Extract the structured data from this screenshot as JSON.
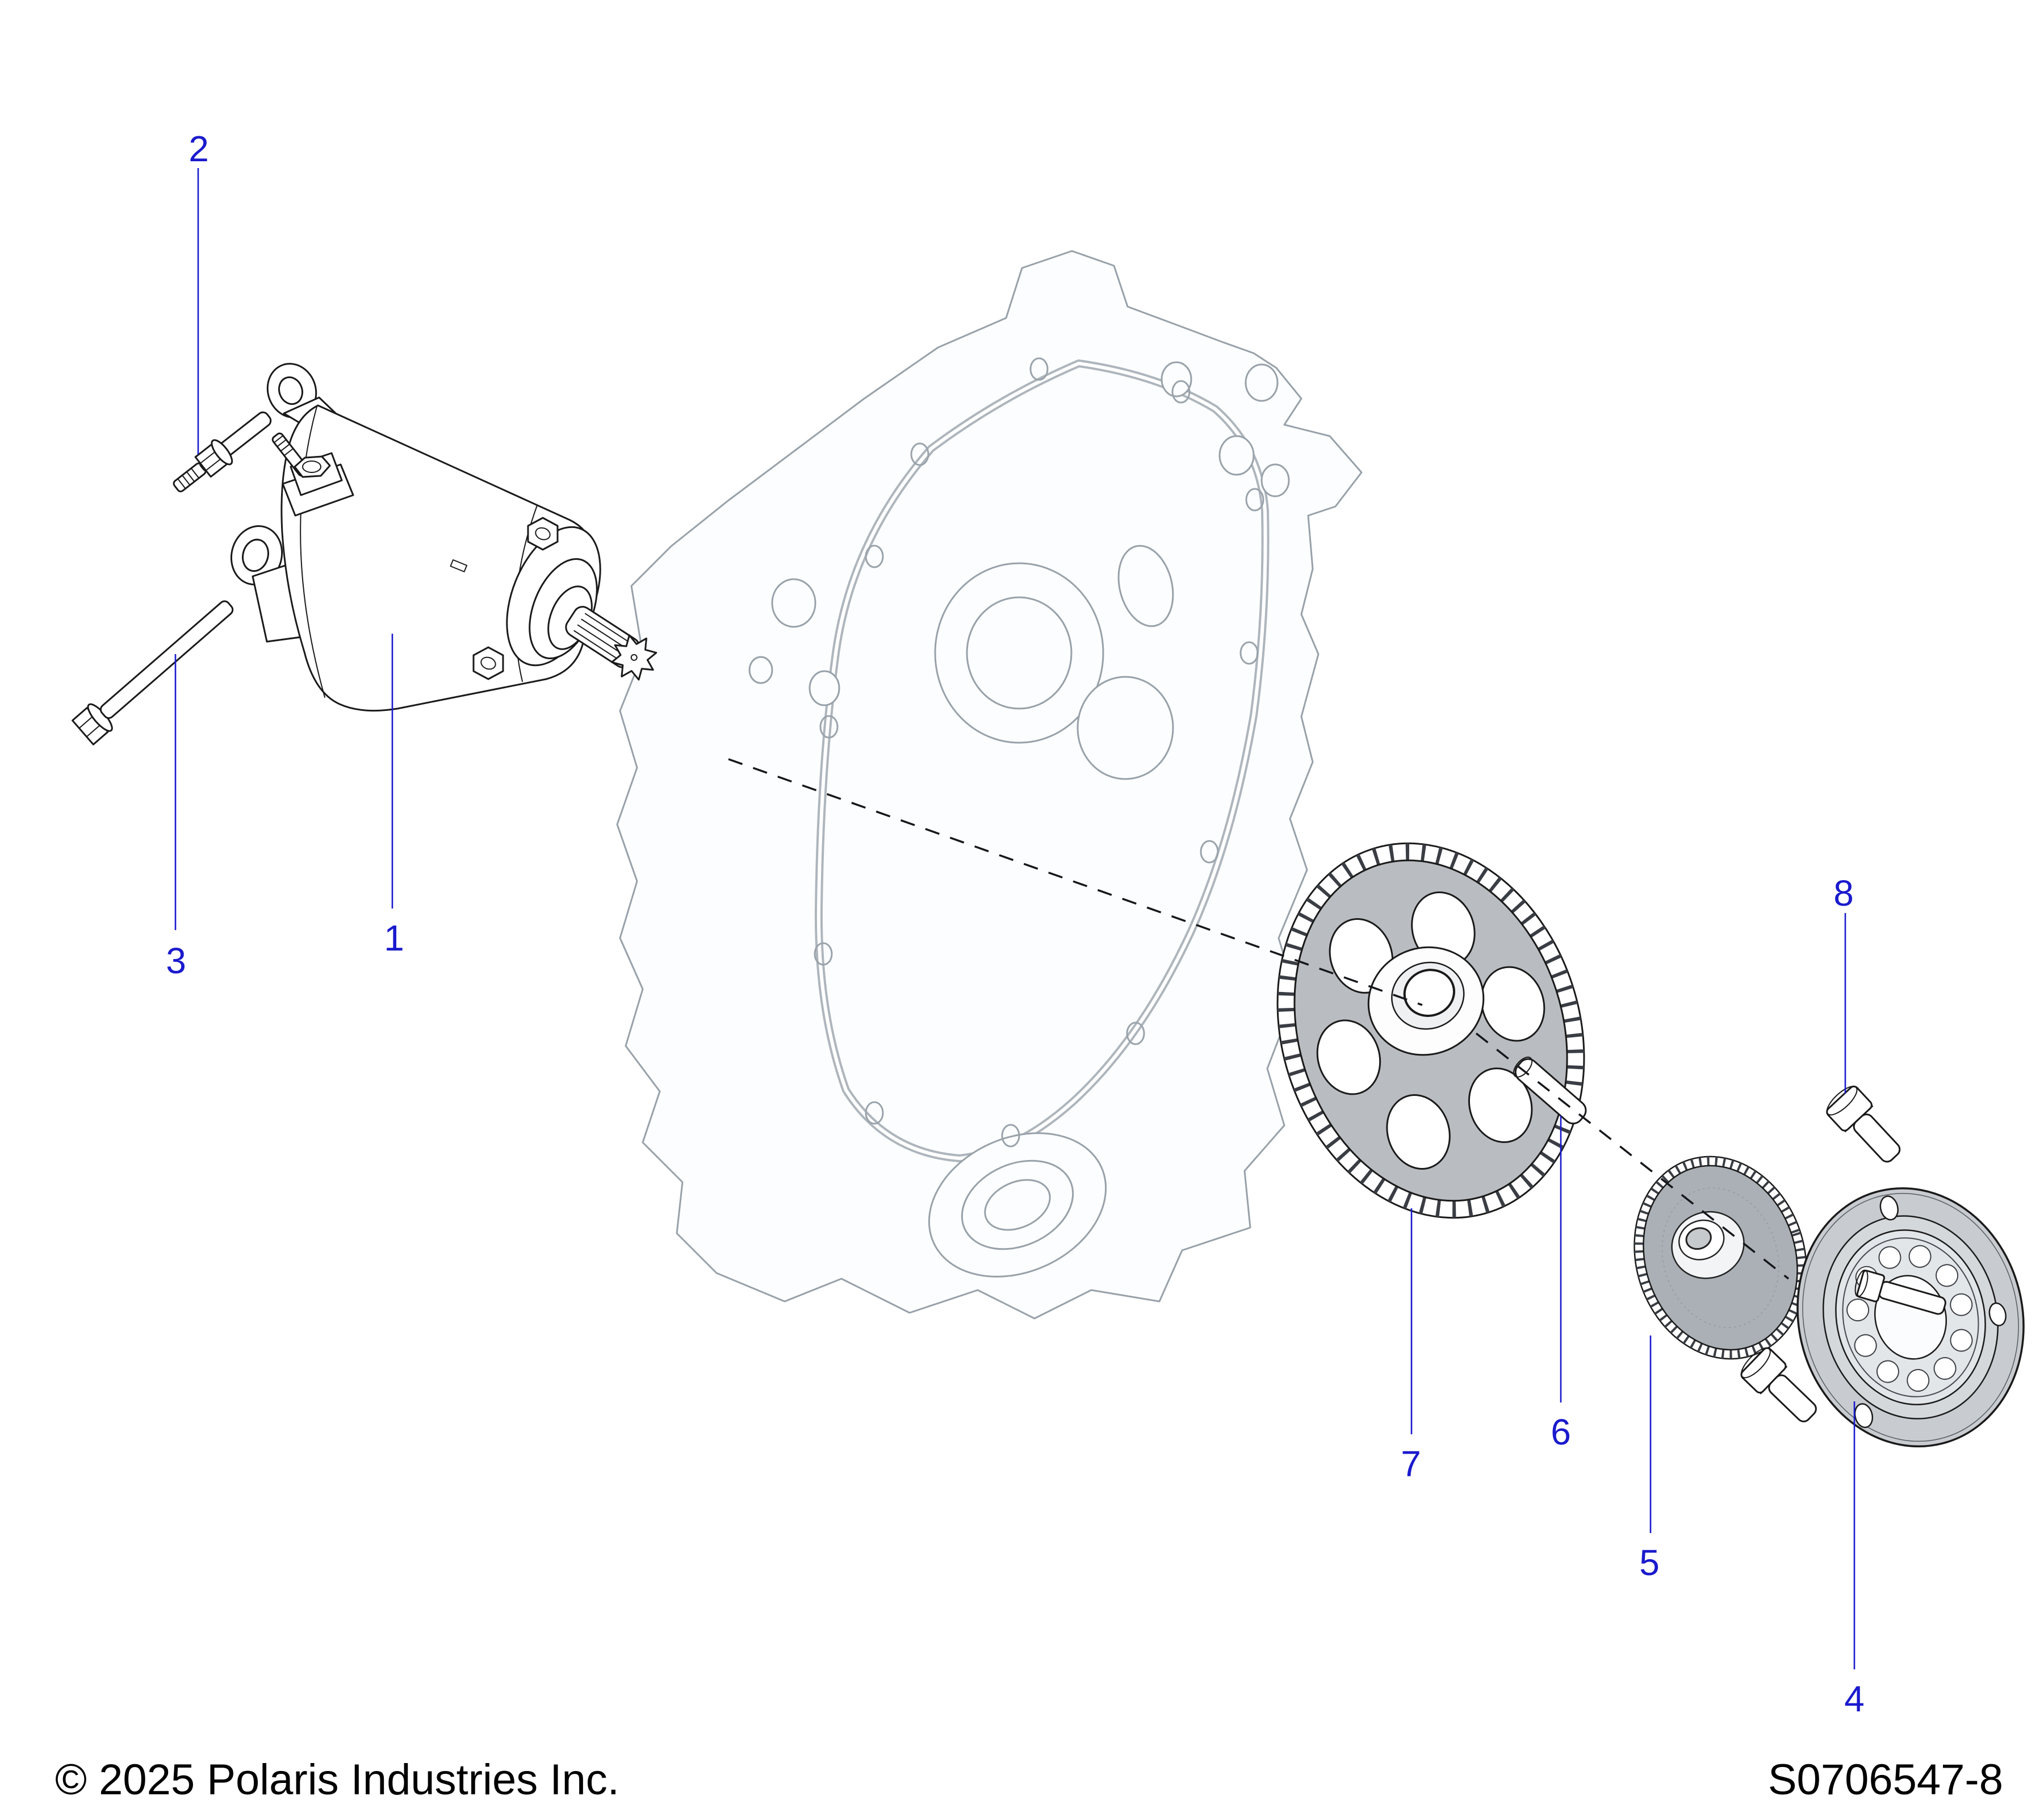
{
  "diagram": {
    "type": "exploded-parts-diagram",
    "callouts": [
      {
        "label": "1"
      },
      {
        "label": "2"
      },
      {
        "label": "3"
      },
      {
        "label": "4"
      },
      {
        "label": "5"
      },
      {
        "label": "6"
      },
      {
        "label": "7"
      },
      {
        "label": "8"
      }
    ],
    "footer": {
      "copyright": "© 2025 Polaris Industries Inc.",
      "part_code": "S0706547-8"
    },
    "colors": {
      "callout_blue": "#1a1acd",
      "line_art_black": "#1a1a1a",
      "casing_gray": "#98a1a9",
      "gear_face_gray": "#b9bdc1",
      "background": "#ffffff"
    }
  }
}
